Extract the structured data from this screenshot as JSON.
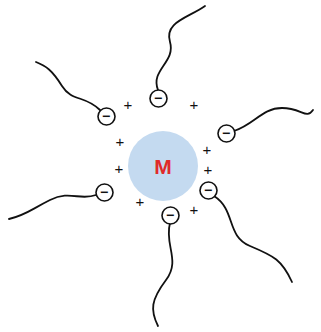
{
  "diagram": {
    "nodes": [
      {
        "text": [
          "M"
        ]
      },
      {
        "text": [
          "−"
        ]
      },
      {
        "text": [
          "−"
        ]
      },
      {
        "text": [
          "−"
        ]
      },
      {
        "text": [
          "−"
        ]
      },
      {
        "text": [
          "−"
        ]
      },
      {
        "text": [
          "−"
        ]
      }
    ],
    "labels": [
      "+",
      "+",
      "+",
      "+",
      "+",
      "+",
      "+",
      "+"
    ]
  }
}
